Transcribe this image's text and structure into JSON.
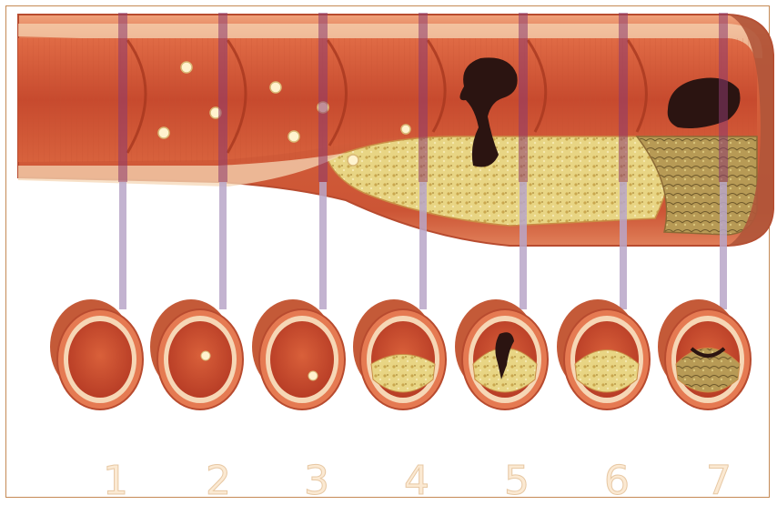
{
  "stage_labels": [
    "1",
    "2",
    "3",
    "4",
    "5",
    "6",
    "7"
  ],
  "colors": {
    "frame": "#c58a55",
    "vessel_wall": "#d8643e",
    "lumen": "#c74a2e",
    "intima": "#f6d7b6",
    "plaque": "#e6d27f",
    "clot": "#2b1411",
    "marker_line": "#8d3b6d",
    "stage_number": "#fbe9d2"
  },
  "icons": {
    "vessel": "artery-longitudinal-section",
    "cross_section": "artery-cross-section-icon",
    "foam_cell": "foam-cell-dot",
    "thrombus": "blood-clot"
  }
}
